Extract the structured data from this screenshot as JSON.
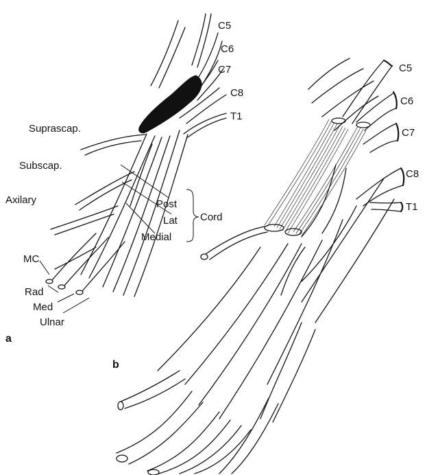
{
  "panel_a": {
    "label": "a",
    "roots": [
      "C5",
      "C6",
      "C7",
      "C8",
      "T1"
    ],
    "branches": {
      "suprascap": "Suprascap.",
      "subscap": "Subscap.",
      "axilary": "Axilary",
      "mc": "MC",
      "rad": "Rad",
      "med": "Med",
      "ulnar": "Ulnar"
    },
    "cords": {
      "post": "Post",
      "lat": "Lat",
      "medial": "Medial",
      "group": "Cord"
    }
  },
  "panel_b": {
    "label": "b",
    "roots": [
      "C5",
      "C6",
      "C7",
      "C8",
      "T1"
    ]
  }
}
